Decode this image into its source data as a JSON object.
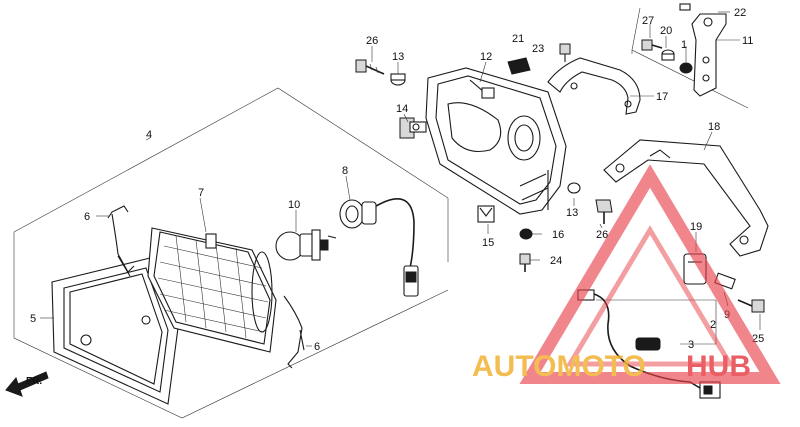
{
  "parts": [
    {
      "id": "p1",
      "label": "1"
    },
    {
      "id": "p2",
      "label": "2"
    },
    {
      "id": "p3",
      "label": "3"
    },
    {
      "id": "p4",
      "label": "4"
    },
    {
      "id": "p5",
      "label": "5"
    },
    {
      "id": "p6a",
      "label": "6"
    },
    {
      "id": "p6b",
      "label": "6"
    },
    {
      "id": "p7",
      "label": "7"
    },
    {
      "id": "p8",
      "label": "8"
    },
    {
      "id": "p9",
      "label": "9"
    },
    {
      "id": "p10",
      "label": "10"
    },
    {
      "id": "p11",
      "label": "11"
    },
    {
      "id": "p12",
      "label": "12"
    },
    {
      "id": "p13a",
      "label": "13"
    },
    {
      "id": "p13b",
      "label": "13"
    },
    {
      "id": "p14",
      "label": "14"
    },
    {
      "id": "p15",
      "label": "15"
    },
    {
      "id": "p16",
      "label": "16"
    },
    {
      "id": "p17",
      "label": "17"
    },
    {
      "id": "p18",
      "label": "18"
    },
    {
      "id": "p19",
      "label": "19"
    },
    {
      "id": "p20",
      "label": "20"
    },
    {
      "id": "p21",
      "label": "21"
    },
    {
      "id": "p22",
      "label": "22"
    },
    {
      "id": "p23",
      "label": "23"
    },
    {
      "id": "p24",
      "label": "24"
    },
    {
      "id": "p25",
      "label": "25"
    },
    {
      "id": "p26a",
      "label": "26"
    },
    {
      "id": "p26b",
      "label": "26"
    },
    {
      "id": "p27",
      "label": "27"
    }
  ],
  "direction_label": "FR.",
  "watermark": {
    "part1": "AUTOMOTO",
    "part2": "HUB",
    "color_primary": "#e8424a",
    "color_secondary": "#f2b233"
  }
}
